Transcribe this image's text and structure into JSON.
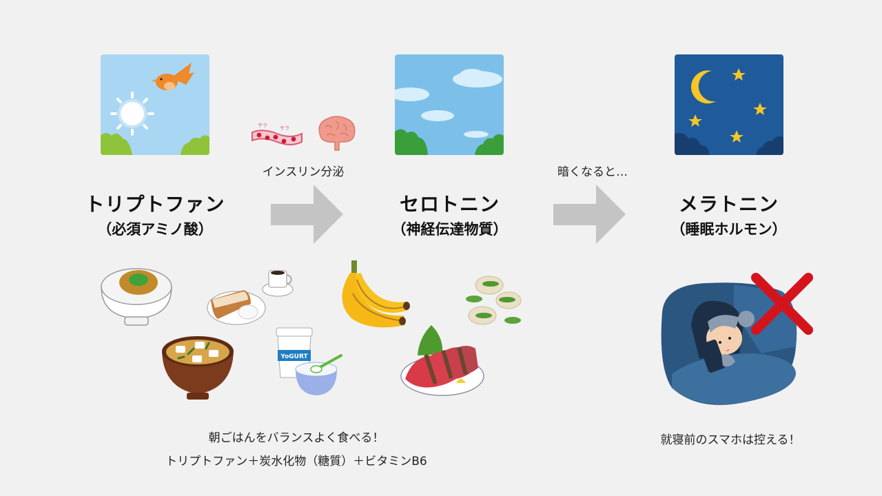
{
  "colors": {
    "background": "#f1f1f1",
    "arrow": "#c4c4c4",
    "sky_day": "#a9d6f2",
    "sky_blue": "#7cc0ea",
    "sky_night": "#1f5a9a",
    "grass_light": "#8fc43a",
    "grass_dark": "#3a9e3a",
    "night_cloud": "#173e6e",
    "star": "#f6c627",
    "bird": "#ee8a2a",
    "cross": "#d4141c"
  },
  "stages": [
    {
      "title": "トリプトファン",
      "subtitle": "（必須アミノ酸）",
      "panel_icon": "morning-sky-with-sun-and-bird"
    },
    {
      "title": "セロトニン",
      "subtitle": "（神経伝達物質）",
      "panel_icon": "daytime-blue-sky-with-clouds"
    },
    {
      "title": "メラトニン",
      "subtitle": "（睡眠ホルモン）",
      "panel_icon": "night-sky-with-moon-and-stars"
    }
  ],
  "transitions": [
    {
      "label": "インスリン分泌",
      "icons": [
        "blood-vessel-icon",
        "brain-icon"
      ],
      "blood_text": [
        "サラ",
        "サラ"
      ]
    },
    {
      "label": "暗くなると…"
    }
  ],
  "foods": {
    "items": [
      "natto-rice",
      "toast-egg-coffee",
      "miso-soup",
      "yogurt",
      "banana",
      "pistachio",
      "bonito-tataki"
    ],
    "yogurt_label": "YoGURT"
  },
  "notes": {
    "breakfast_line1": "朝ごはんをバランスよく食べる！",
    "breakfast_line2": "トリプトファン＋炭水化物（糖質）＋ビタミンB6",
    "night": "就寝前のスマホは控える！"
  }
}
